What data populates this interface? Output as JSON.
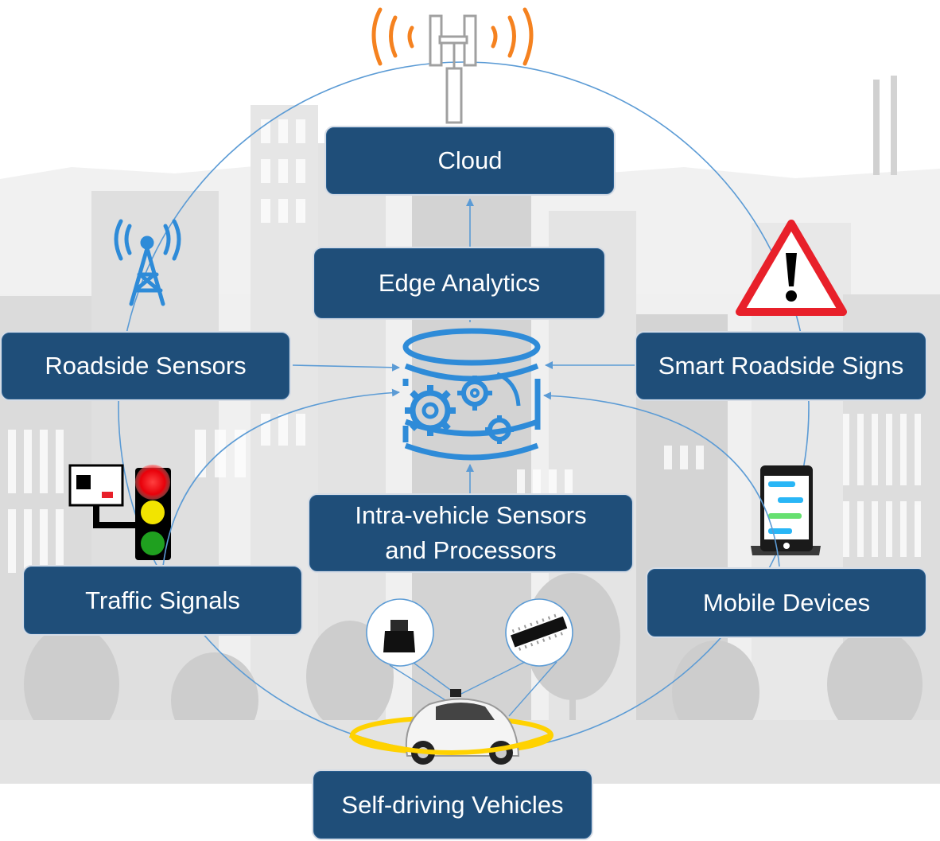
{
  "colors": {
    "box_fill": "#1f4e79",
    "box_text": "#ffffff",
    "connector": "#5b9bd5",
    "icon_blue": "#2e8bd8",
    "tower_signal": "#f58220",
    "warning_red": "#e8202a",
    "halo_yellow": "#ffd200",
    "building_gray": "#d9d9d9"
  },
  "nodes": {
    "cloud": "Cloud",
    "edge_analytics": "Edge Analytics",
    "roadside_sensors": "Roadside Sensors",
    "smart_roadside_signs": "Smart Roadside Signs",
    "intra_vehicle_line1": "Intra-vehicle Sensors",
    "intra_vehicle_line2": "and Processors",
    "traffic_signals": "Traffic Signals",
    "mobile_devices": "Mobile Devices",
    "self_driving_vehicles": "Self-driving Vehicles"
  },
  "icons": {
    "tower": "cell-tower-icon",
    "antenna": "antenna-icon",
    "warning": "warning-sign-icon",
    "database": "database-gears-icon",
    "traffic_light": "traffic-light-icon",
    "camera": "traffic-camera-icon",
    "phone": "smartphone-icon",
    "lidar": "lidar-sensor-icon",
    "chip": "processor-chip-icon",
    "car": "self-driving-car-icon"
  }
}
